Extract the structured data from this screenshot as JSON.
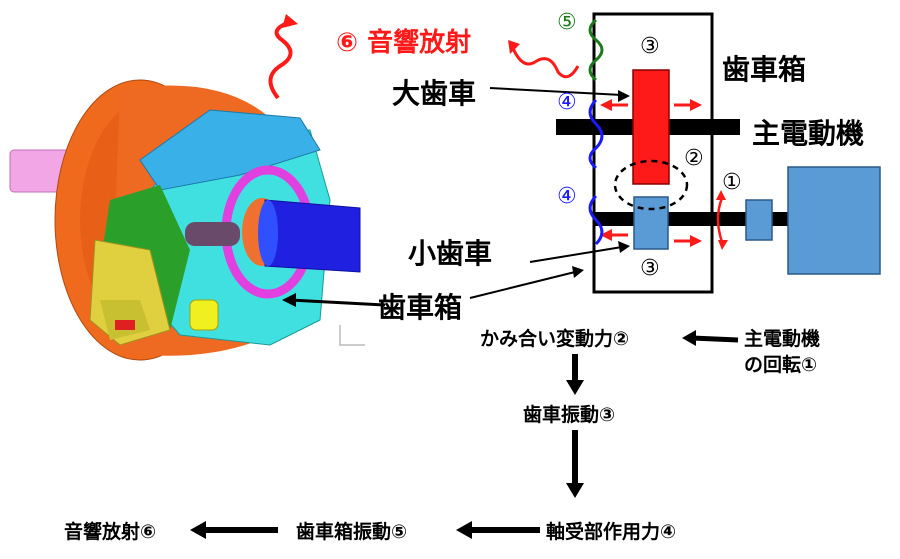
{
  "labels": {
    "sound_radiation_6": "⑥ 音響放射",
    "large_gear": "大歯車",
    "small_gear": "小歯車",
    "gearbox_left": "歯車箱",
    "gearbox_right": "歯車箱",
    "main_motor": "主電動機",
    "num_5": "⑤",
    "num_4_top": "④",
    "num_4_bottom": "④",
    "num_3_top": "③",
    "num_3_bottom": "③",
    "num_2": "②",
    "num_1": "①"
  },
  "flow": {
    "mesh_force": "かみ合い変動力②",
    "motor_rotation_line1": "主電動機",
    "motor_rotation_line2": "の回転①",
    "gear_vibration": "歯車振動③",
    "bearing_force": "軸受部作用力④",
    "gearbox_vibration": "歯車箱振動⑤",
    "sound_radiation": "音響放射⑥"
  },
  "colors": {
    "red": "#ff0000",
    "blue": "#1a1aff",
    "green": "#1a7a1a",
    "gear_blue": "#5b9bd5",
    "motor_blue": "#5b9bd5",
    "shaft": "#000000"
  }
}
